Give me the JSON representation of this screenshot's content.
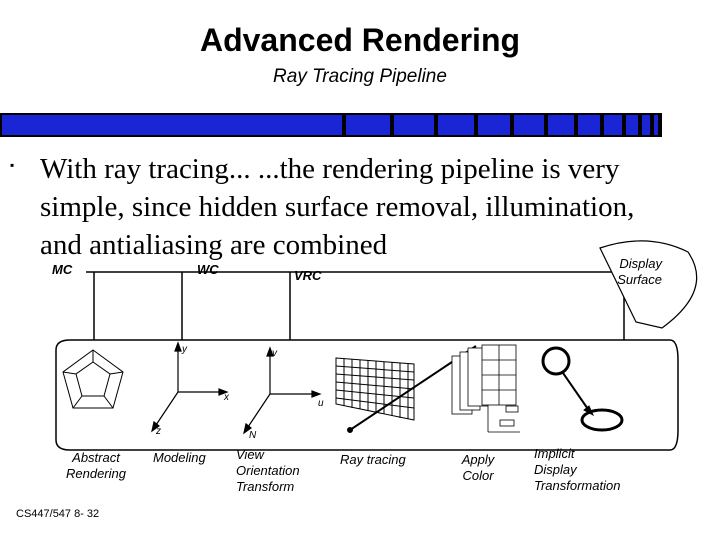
{
  "slide": {
    "title": "Advanced Rendering",
    "subtitle": "Ray Tracing Pipeline",
    "bullet_marker": "▪",
    "body_line1": "With ray tracing...   ...the rendering pipeline is very",
    "body_line2": "simple, since hidden surface removal, illumination,",
    "body_line3": "and antialiasing are combined",
    "footer": "CS447/547 8- 32"
  },
  "coords": {
    "mc": "MC",
    "wc": "WC",
    "vrc": "VRC",
    "display_1": "Display",
    "display_2": "Surface"
  },
  "stages": {
    "abstract_1": "Abstract",
    "abstract_2": "Rendering",
    "modeling": "Modeling",
    "view_1": "View",
    "view_2": "Orientation",
    "view_3": "Transform",
    "ray": "Ray tracing",
    "apply_1": "Apply",
    "apply_2": "Color",
    "implicit_1": "Implicit",
    "implicit_2": "Display",
    "implicit_3": "Transformation"
  },
  "axes": {
    "y": "y",
    "x": "x",
    "z": "z",
    "v": "v",
    "u": "u",
    "n": "N"
  },
  "colors": {
    "accent_bar": "#1a26d6",
    "bar_bg": "#000000"
  }
}
